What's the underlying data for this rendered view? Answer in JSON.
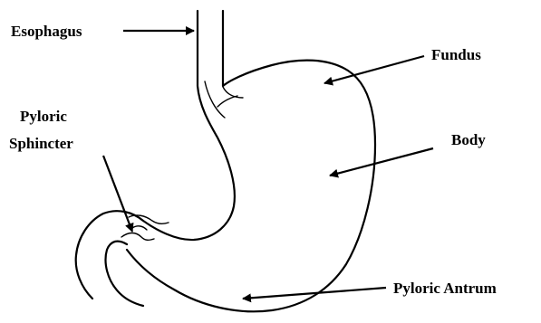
{
  "labels": {
    "esophagus": "Esophagus",
    "fundus": "Fundus",
    "body": "Body",
    "pyloric_sphincter_line1": "Pyloric",
    "pyloric_sphincter_line2": "Sphincter",
    "pyloric_antrum": "Pyloric Antrum"
  },
  "colors": {
    "ink": "#000000",
    "background": "#ffffff"
  }
}
